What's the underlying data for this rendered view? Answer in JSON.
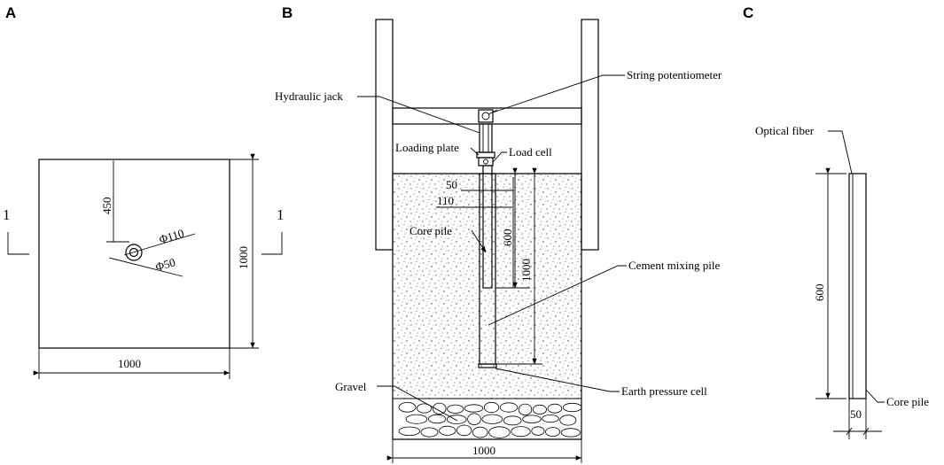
{
  "panels": {
    "a": {
      "label": "A",
      "dim_450": "450",
      "dim_phi110": "Φ110",
      "dim_phi50": "Φ50",
      "dim_width": "1000",
      "dim_height": "1000",
      "section_left": "1",
      "section_right": "1"
    },
    "b": {
      "label": "B",
      "string_potentiometer": "String potentiometer",
      "hydraulic_jack": "Hydraulic jack",
      "loading_plate": "Loading plate",
      "load_cell": "Load cell",
      "dim_50": "50",
      "dim_110": "110",
      "core_pile": "Core pile",
      "dim_600": "600",
      "dim_1000_v": "1000",
      "cement_mixing_pile": "Cement mixing pile",
      "gravel": "Gravel",
      "earth_pressure_cell": "Earth pressure cell",
      "dim_1000_h": "1000"
    },
    "c": {
      "label": "C",
      "optical_fiber": "Optical fiber",
      "dim_600": "600",
      "core_pile": "Core pile",
      "dim_50": "50"
    }
  }
}
